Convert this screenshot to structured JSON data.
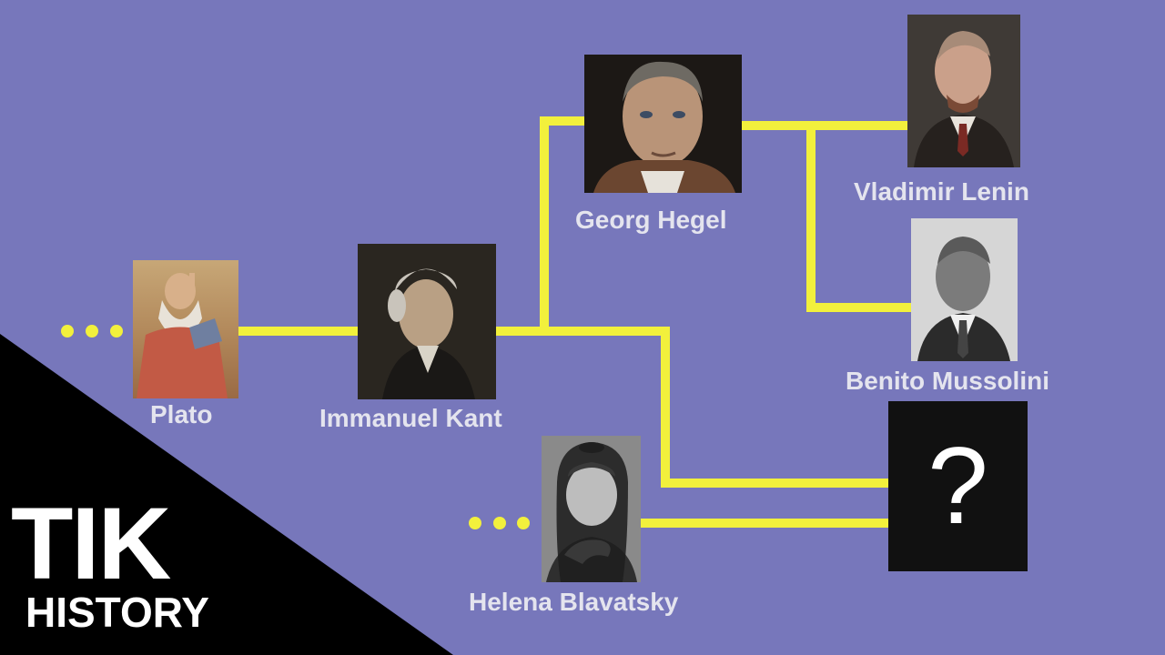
{
  "colors": {
    "background": "#7777bb",
    "connector": "#f2f03c",
    "label": "#e4e4ee",
    "logo_bg": "#000000",
    "logo_text": "#ffffff"
  },
  "nodes": {
    "plato": {
      "name": "Plato"
    },
    "kant": {
      "name": "Immanuel Kant"
    },
    "hegel": {
      "name": "Georg Hegel"
    },
    "lenin": {
      "name": "Vladimir Lenin"
    },
    "mussolini": {
      "name": "Benito Mussolini"
    },
    "blavatsky": {
      "name": "Helena Blavatsky"
    },
    "unknown": {
      "symbol": "?"
    }
  },
  "ellipsis": "...",
  "logo": {
    "line1": "TIK",
    "line2": "HISTORY"
  }
}
